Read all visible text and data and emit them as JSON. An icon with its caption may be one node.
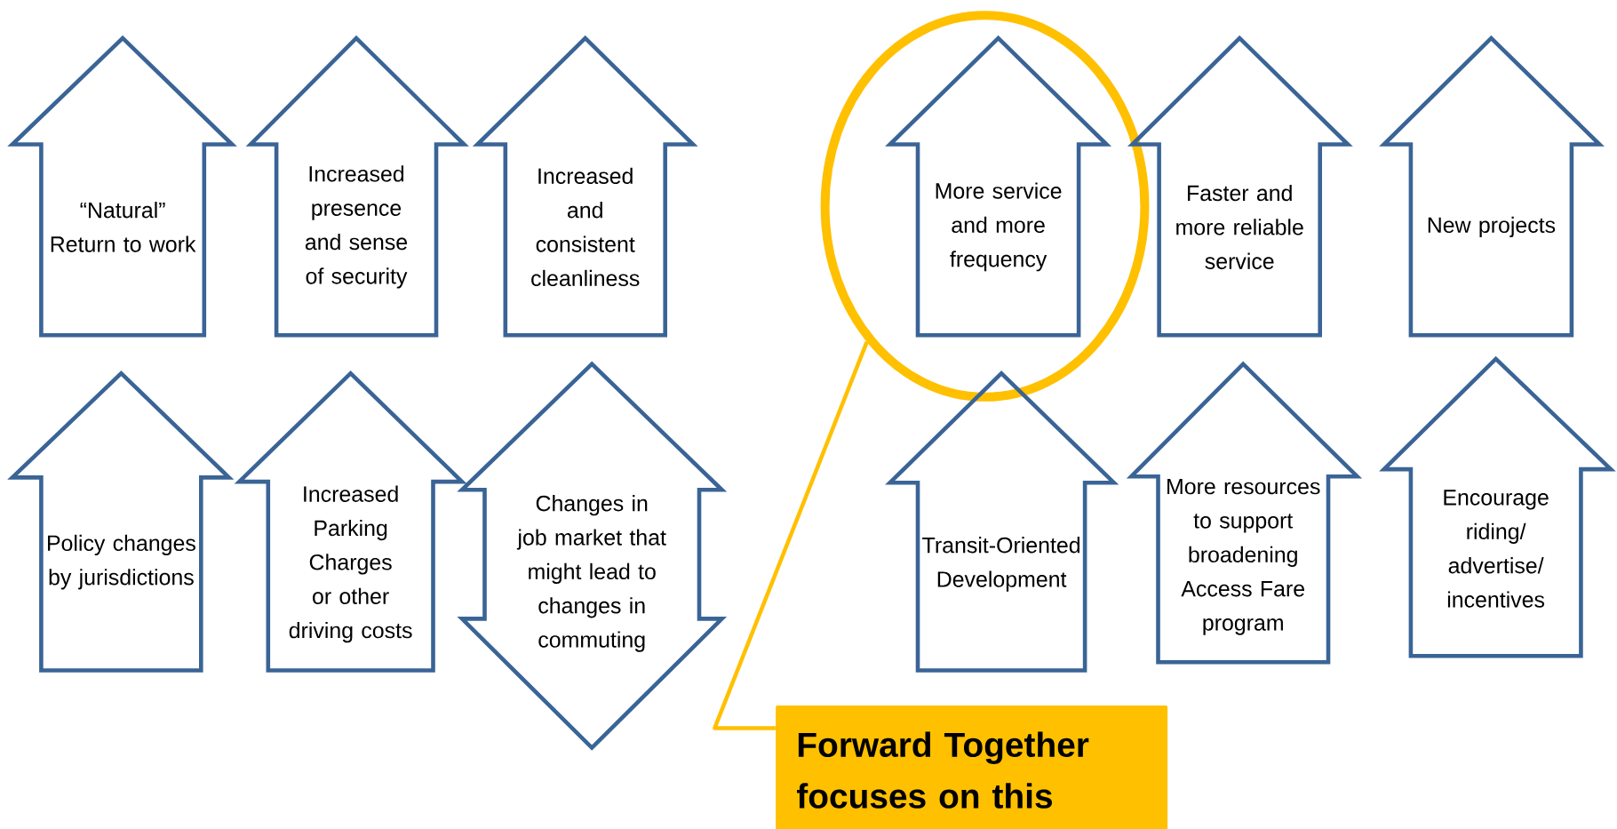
{
  "diagram": {
    "nodes": [
      {
        "text": [
          "“Natural” Return to work"
        ]
      },
      {
        "text": [
          "Increased presence and sense of security"
        ]
      },
      {
        "text": [
          "Increased and consistent cleanliness"
        ]
      },
      {
        "text": [],
        "shape": "ellipse"
      },
      {
        "text": [
          "More service and more frequency"
        ],
        "in": 3
      },
      {
        "text": [
          "Faster and more reliable service"
        ]
      },
      {
        "text": [
          "New projects"
        ]
      },
      {
        "text": [
          "Policy changes by jurisdictions"
        ]
      },
      {
        "text": [
          "Increased Parking Charges or other driving costs"
        ]
      },
      {
        "text": [
          "Changes in job market that might lead to changes in commuting"
        ]
      },
      {
        "text": [
          "Transit-Oriented Development"
        ]
      },
      {
        "text": [
          "More resources to support broadening Access Fare program"
        ]
      },
      {
        "text": [
          "Encourage riding/ advertise/ incentives"
        ]
      },
      {
        "text": [
          "Forward Together focuses on this"
        ]
      }
    ],
    "edges": [
      {
        "from": 13,
        "to": 3,
        "arrow": "none"
      }
    ]
  }
}
